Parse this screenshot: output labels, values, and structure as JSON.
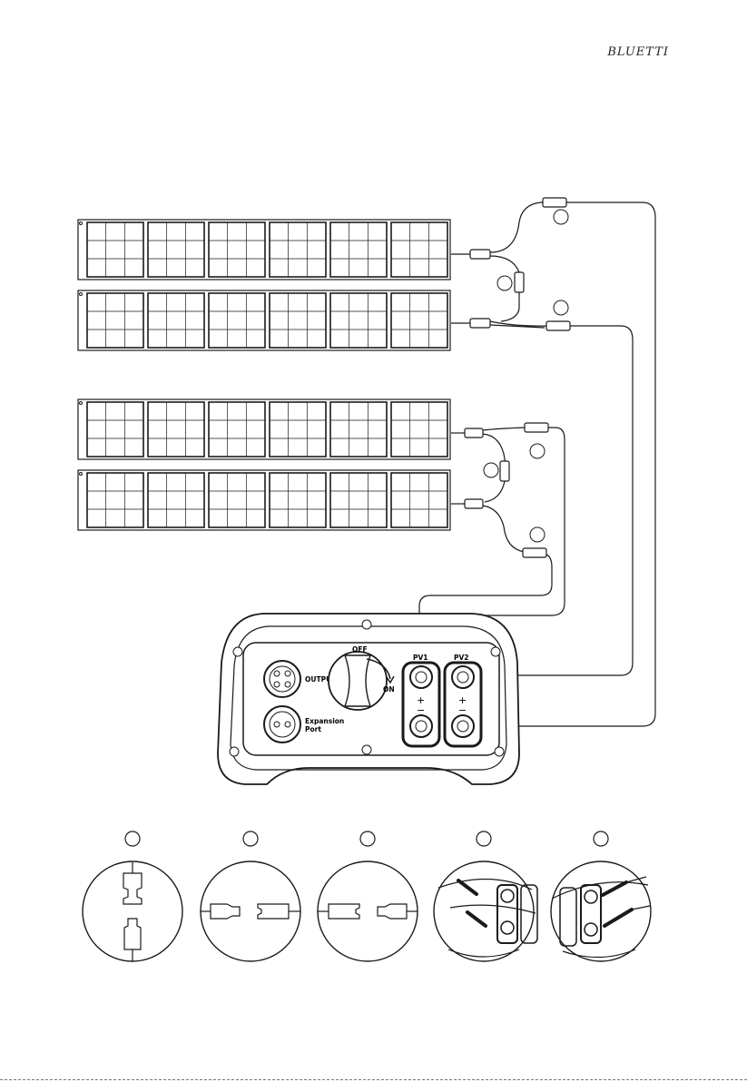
{
  "brand": {
    "logo_text": "BLUETTI"
  },
  "power_unit": {
    "output_label": "OUTPUT",
    "expansion_label_line1": "Expansion",
    "expansion_label_line2": "Port",
    "switch_off_label": "OFF",
    "switch_on_label": "ON",
    "pv1_label": "PV1",
    "pv2_label": "PV2",
    "plus_sign": "+",
    "minus_sign": "−"
  },
  "solar_panel_groups": [
    {
      "name": "group-1",
      "panels": 2,
      "segments_per_panel": 6,
      "cell_grid": "3x3"
    },
    {
      "name": "group-2",
      "panels": 2,
      "segments_per_panel": 6,
      "cell_grid": "3x3"
    }
  ],
  "detail_views": [
    {
      "callout": "",
      "content": "mc4-connector-unplugged"
    },
    {
      "callout": "",
      "content": "y-branch-left-connection"
    },
    {
      "callout": "",
      "content": "y-branch-right-connection"
    },
    {
      "callout": "",
      "content": "pv1-port-close-up"
    },
    {
      "callout": "",
      "content": "pv2-port-close-up"
    }
  ],
  "colors": {
    "line": "#1a1a1a",
    "panel_fill": "#ffffff",
    "background": "#ffffff"
  }
}
